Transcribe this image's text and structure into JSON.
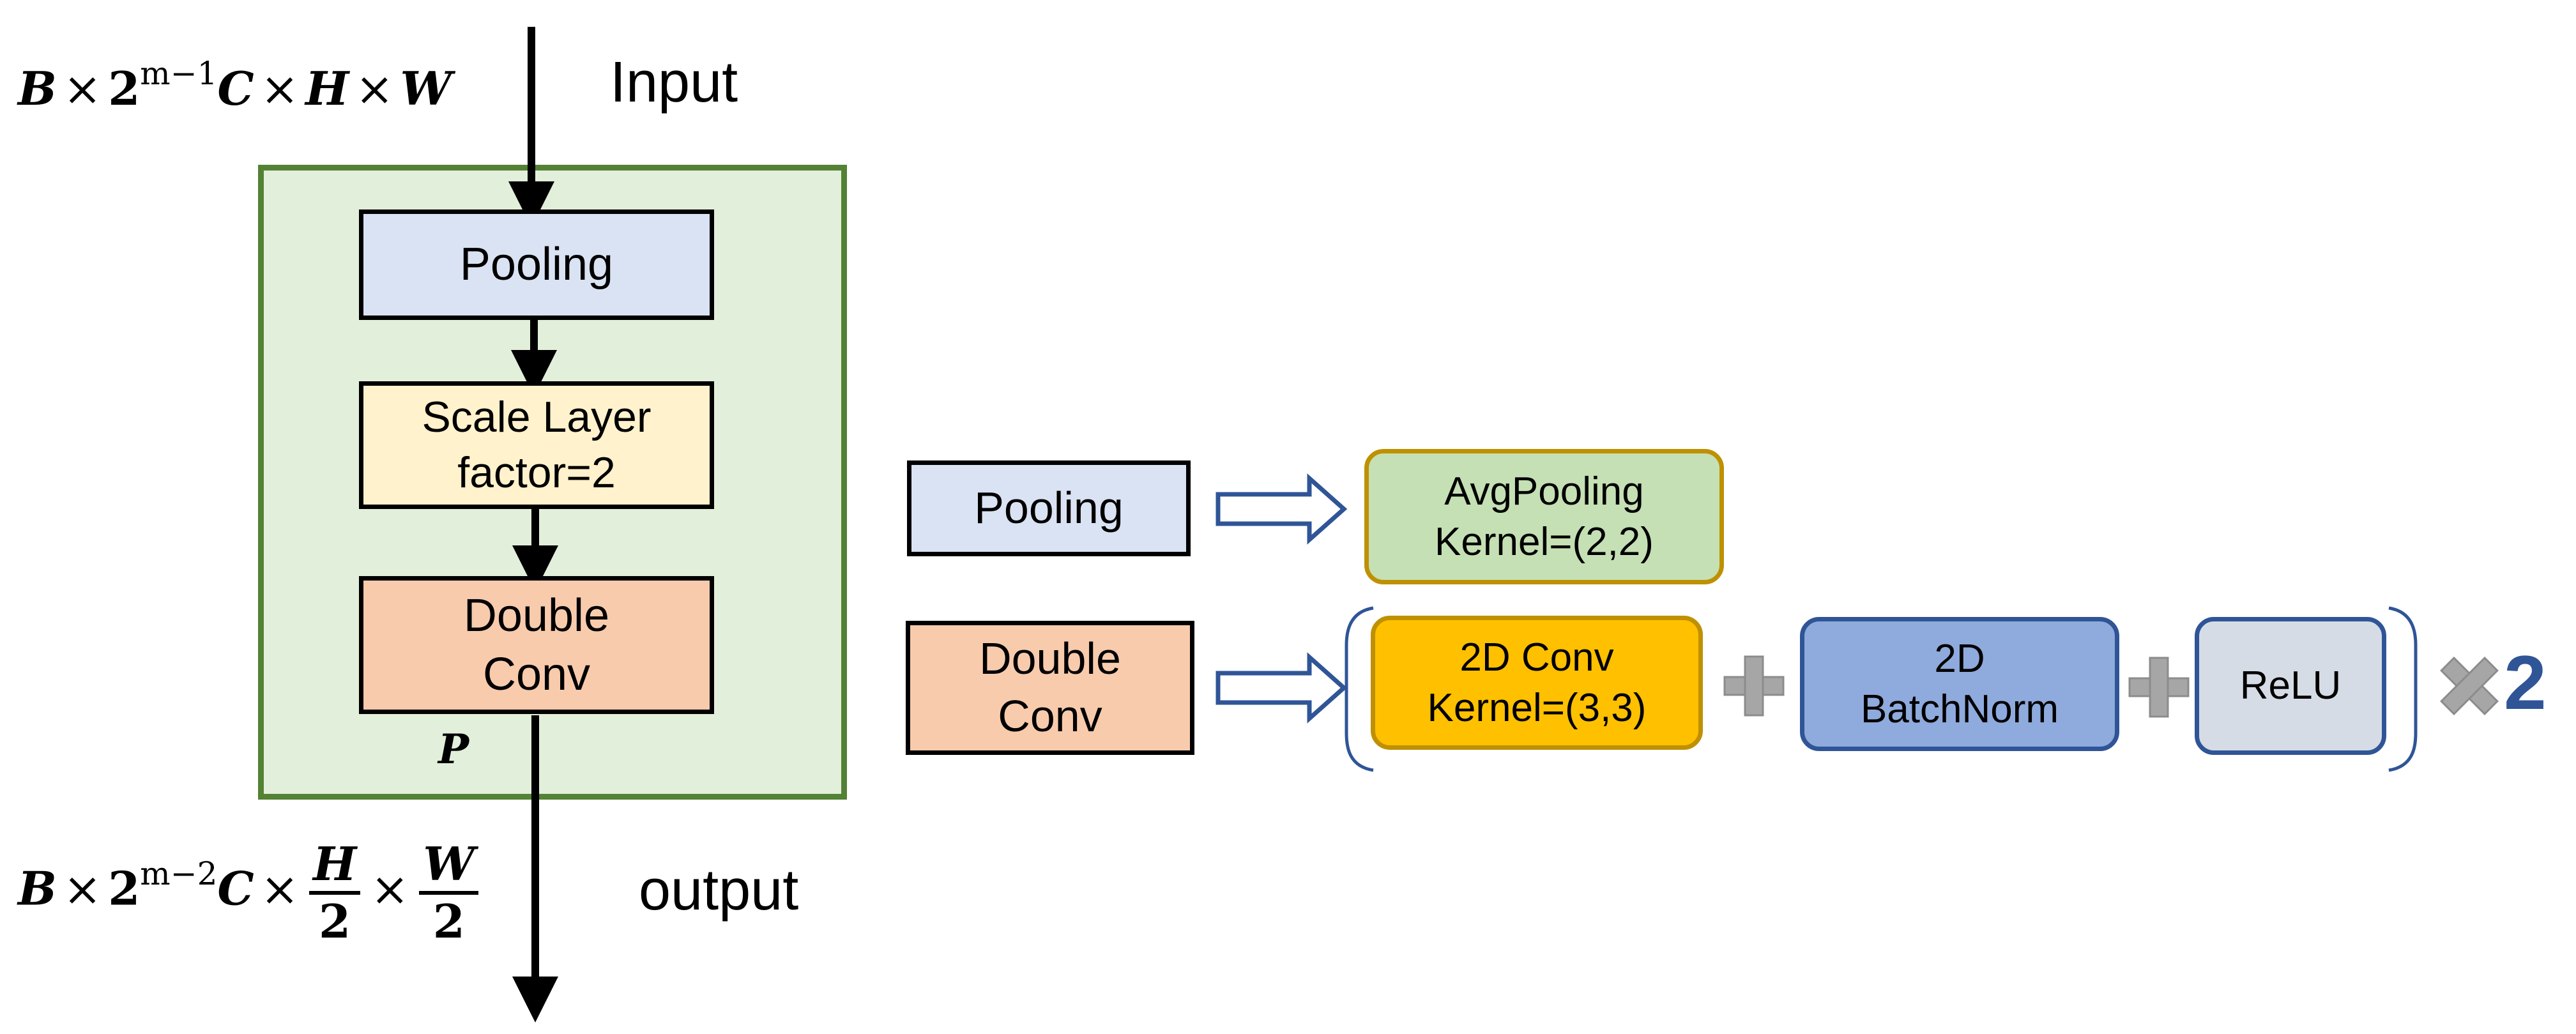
{
  "io": {
    "input_label": "Input",
    "output_label": "output",
    "input_shape": {
      "b": "B",
      "times": "×",
      "two": "2",
      "exp": "m−1",
      "c": "C",
      "h": "H",
      "w": "W"
    },
    "output_shape": {
      "b": "B",
      "times": "×",
      "two": "2",
      "exp": "m−2",
      "c": "C",
      "h": "H",
      "w": "W",
      "den": "2"
    }
  },
  "block": {
    "pooling": [
      "Pooling"
    ],
    "scale_layer": [
      "Scale Layer",
      "factor=2"
    ],
    "double_conv": [
      "Double",
      "Conv"
    ],
    "param_label": "P"
  },
  "legend": {
    "pooling": {
      "source": [
        "Pooling"
      ],
      "target": [
        "AvgPooling",
        "Kernel=(2,2)"
      ]
    },
    "double_conv": {
      "source": [
        "Double",
        "Conv"
      ],
      "conv": [
        "2D Conv",
        "Kernel=(3,3)"
      ],
      "batchnorm": [
        "2D",
        "BatchNorm"
      ],
      "relu": [
        "ReLU"
      ],
      "repeat": "2"
    }
  },
  "colors": {
    "block_bg": "#e2efda",
    "block_border": "#548235",
    "pooling_fill": "#dae3f3",
    "scale_fill": "#fff2cc",
    "doubleconv_fill": "#f8cbad",
    "avgpool_fill": "#c5e0b4",
    "avgpool_border": "#bf9000",
    "conv_fill": "#ffc000",
    "conv_border": "#bf9000",
    "batchnorm_fill": "#8faadc",
    "batchnorm_border": "#2f5597",
    "relu_fill": "#d6dce5",
    "relu_border": "#2f5597",
    "plus_color": "#a6a6a6",
    "arrow_outline": "#2f5597",
    "repeat_text": "#2f5597"
  },
  "icons": {
    "plus": "plus-icon",
    "times": "times-icon",
    "hollow_arrow": "hollow-right-arrow-icon"
  }
}
